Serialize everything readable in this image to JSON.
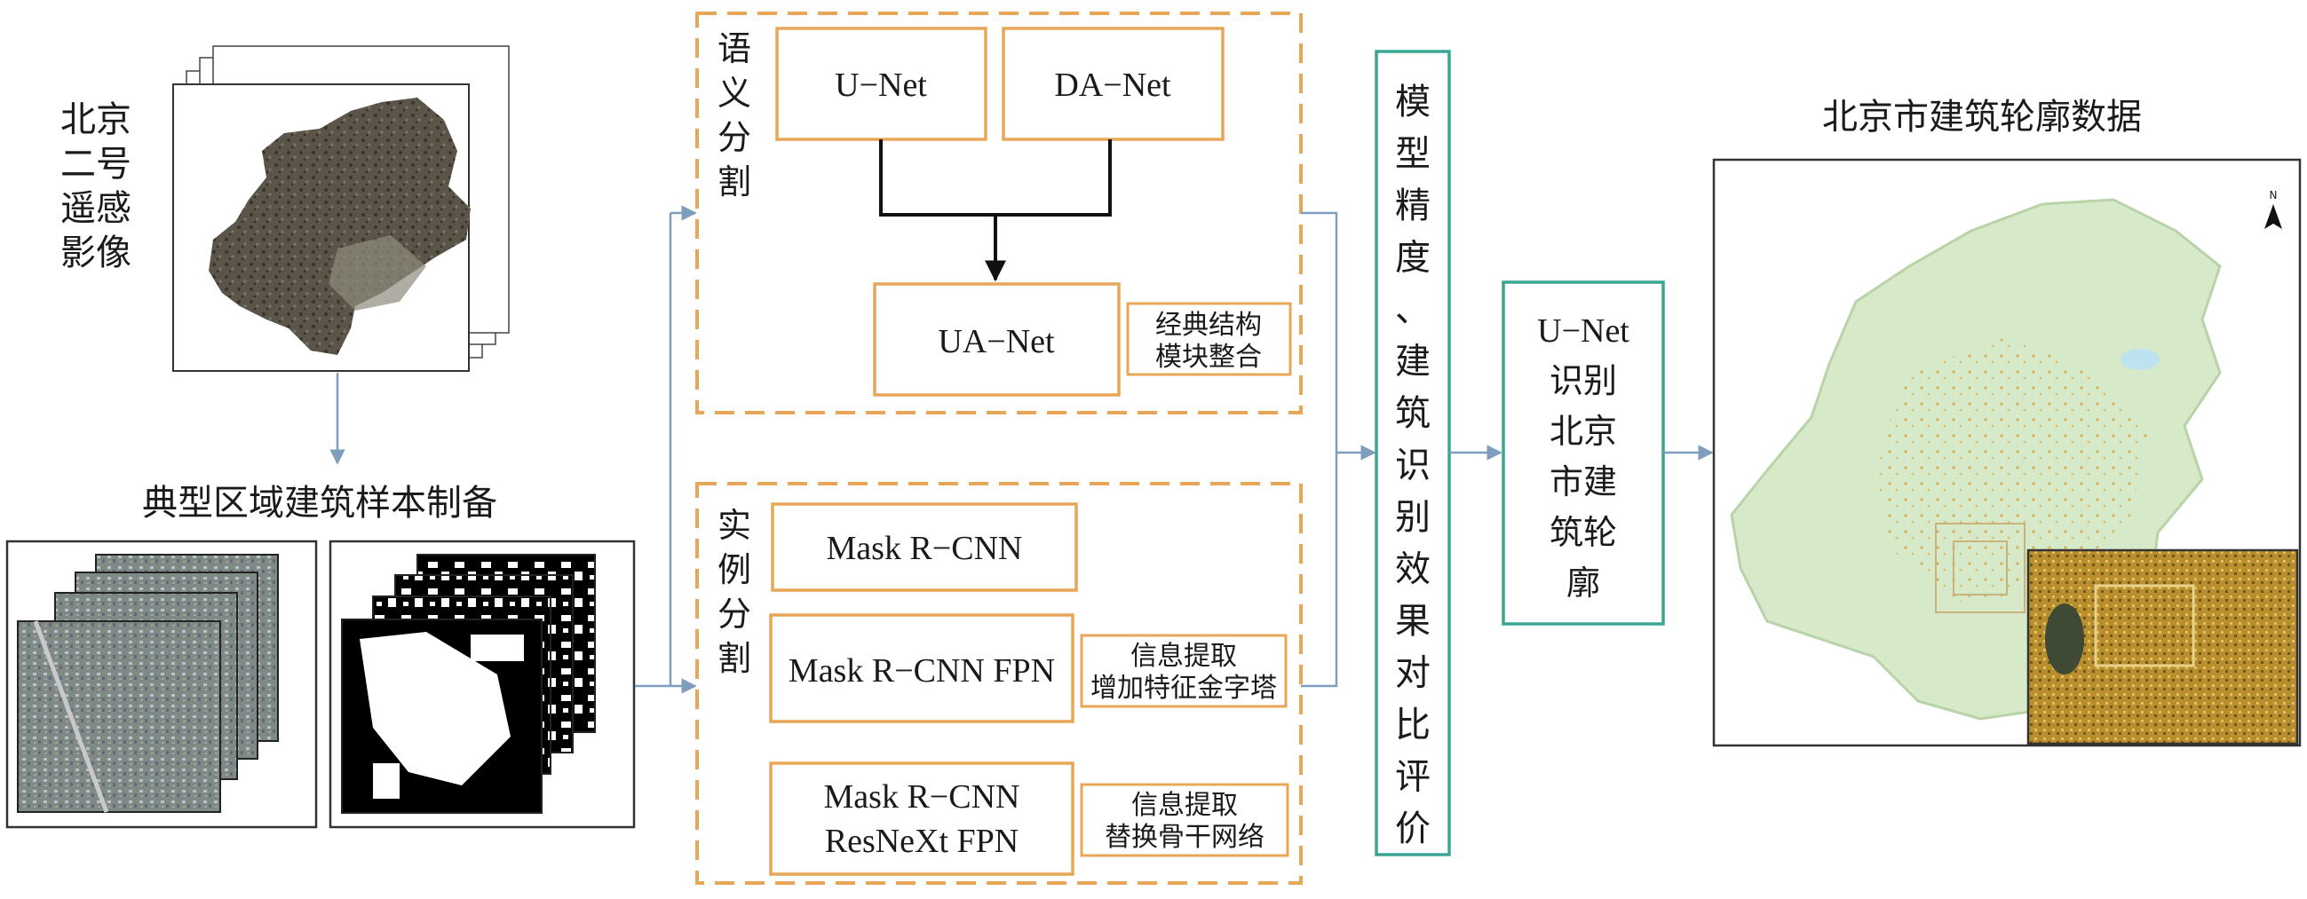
{
  "input": {
    "label_lines": [
      "北京",
      "二号",
      "遥感",
      "影像"
    ]
  },
  "samples": {
    "title": "典型区域建筑样本制备"
  },
  "semantic": {
    "group_label_lines": [
      "语",
      "义",
      "分",
      "割"
    ],
    "unet": "U−Net",
    "danet": "DA−Net",
    "uanet": "UA−Net",
    "uanet_note_lines": [
      "经典结构",
      "模块整合"
    ]
  },
  "instance": {
    "group_label_lines": [
      "实",
      "例",
      "分",
      "割"
    ],
    "mask_rcnn": "Mask R−CNN",
    "mask_rcnn_fpn": "Mask R−CNN FPN",
    "fpn_note_lines": [
      "信息提取",
      "增加特征金字塔"
    ],
    "resnext_lines": [
      "Mask R−CNN",
      "ResNeXt FPN"
    ],
    "resnext_note_lines": [
      "信息提取",
      "替换骨干网络"
    ]
  },
  "evaluation": {
    "label_chars": [
      "模",
      "型",
      "精",
      "度",
      "、",
      "建",
      "筑",
      "识",
      "别",
      "效",
      "果",
      "对",
      "比",
      "评",
      "价"
    ]
  },
  "recognition": {
    "label_lines": [
      "U−Net",
      "识别",
      "北京",
      "市建",
      "筑轮",
      "廓"
    ]
  },
  "output": {
    "title": "北京市建筑轮廓数据",
    "north_label": "N"
  },
  "colors": {
    "orange": "#E8A657",
    "teal": "#3AA593",
    "arrow_blue": "#7F9DBD",
    "black": "#111111"
  }
}
